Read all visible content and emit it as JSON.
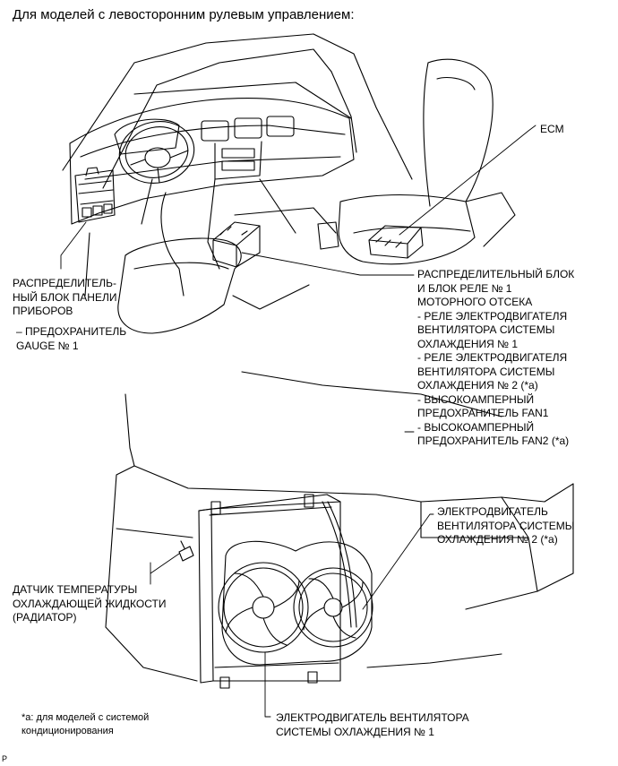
{
  "title": "Для моделей с левосторонним рулевым управлением:",
  "labels": {
    "ecm": "ECM",
    "instrument_block": [
      "РАСПРЕДЕЛИТЕЛЬ-",
      "НЫЙ БЛОК ПАНЕЛИ",
      "ПРИБОРОВ"
    ],
    "gauge_fuse": [
      "– ПРЕДОХРАНИТЕЛЬ",
      "GAUGE № 1"
    ],
    "engine_block": [
      "РАСПРЕДЕЛИТЕЛЬНЫЙ БЛОК",
      "И БЛОК РЕЛЕ № 1",
      "МОТОРНОГО ОТСЕКА",
      "- РЕЛЕ ЭЛЕКТРОДВИГАТЕЛЯ",
      "ВЕНТИЛЯТОРА СИСТЕМЫ",
      "ОХЛАЖДЕНИЯ № 1",
      "- РЕЛЕ ЭЛЕКТРОДВИГАТЕЛЯ",
      "ВЕНТИЛЯТОРА СИСТЕМЫ",
      "ОХЛАЖДЕНИЯ № 2 (*a)",
      "- ВЫСОКОАМПЕРНЫЙ",
      "ПРЕДОХРАНИТЕЛЬ FAN1",
      "- ВЫСОКОАМПЕРНЫЙ",
      "ПРЕДОХРАНИТЕЛЬ FAN2 (*a)"
    ],
    "fan_motor_2": [
      "ЭЛЕКТРОДВИГАТЕЛЬ",
      "ВЕНТИЛЯТОРА СИСТЕМЫ",
      "ОХЛАЖДЕНИЯ № 2 (*a)"
    ],
    "coolant_sensor": [
      "ДАТЧИК ТЕМПЕРАТУРЫ",
      "ОХЛАЖДАЮЩЕЙ ЖИДКОСТИ",
      "(РАДИАТОР)"
    ],
    "fan_motor_1": [
      "ЭЛЕКТРОДВИГАТЕЛЬ ВЕНТИЛЯТОРА",
      "СИСТЕМЫ ОХЛАЖДЕНИЯ № 1"
    ],
    "footnote": [
      "*a: для моделей с системой",
      "кондиционирования"
    ],
    "corner_mark": "P"
  }
}
